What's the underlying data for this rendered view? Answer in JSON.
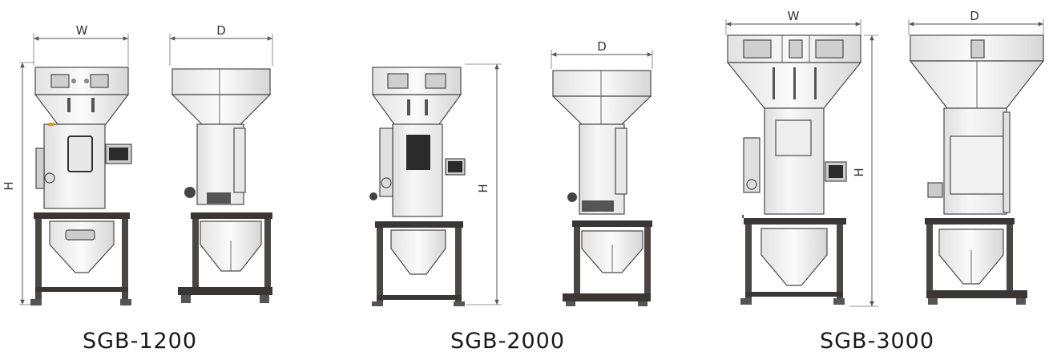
{
  "dimension_labels": {
    "width": "W",
    "depth": "D",
    "height": "H"
  },
  "models": [
    {
      "name": "SGB-1200"
    },
    {
      "name": "SGB-2000"
    },
    {
      "name": "SGB-3000"
    }
  ],
  "colors": {
    "frame": "#3a3634",
    "panel": "#f4f4f4",
    "stroke": "#4a4a4a",
    "screen": "#2b2b2b"
  }
}
